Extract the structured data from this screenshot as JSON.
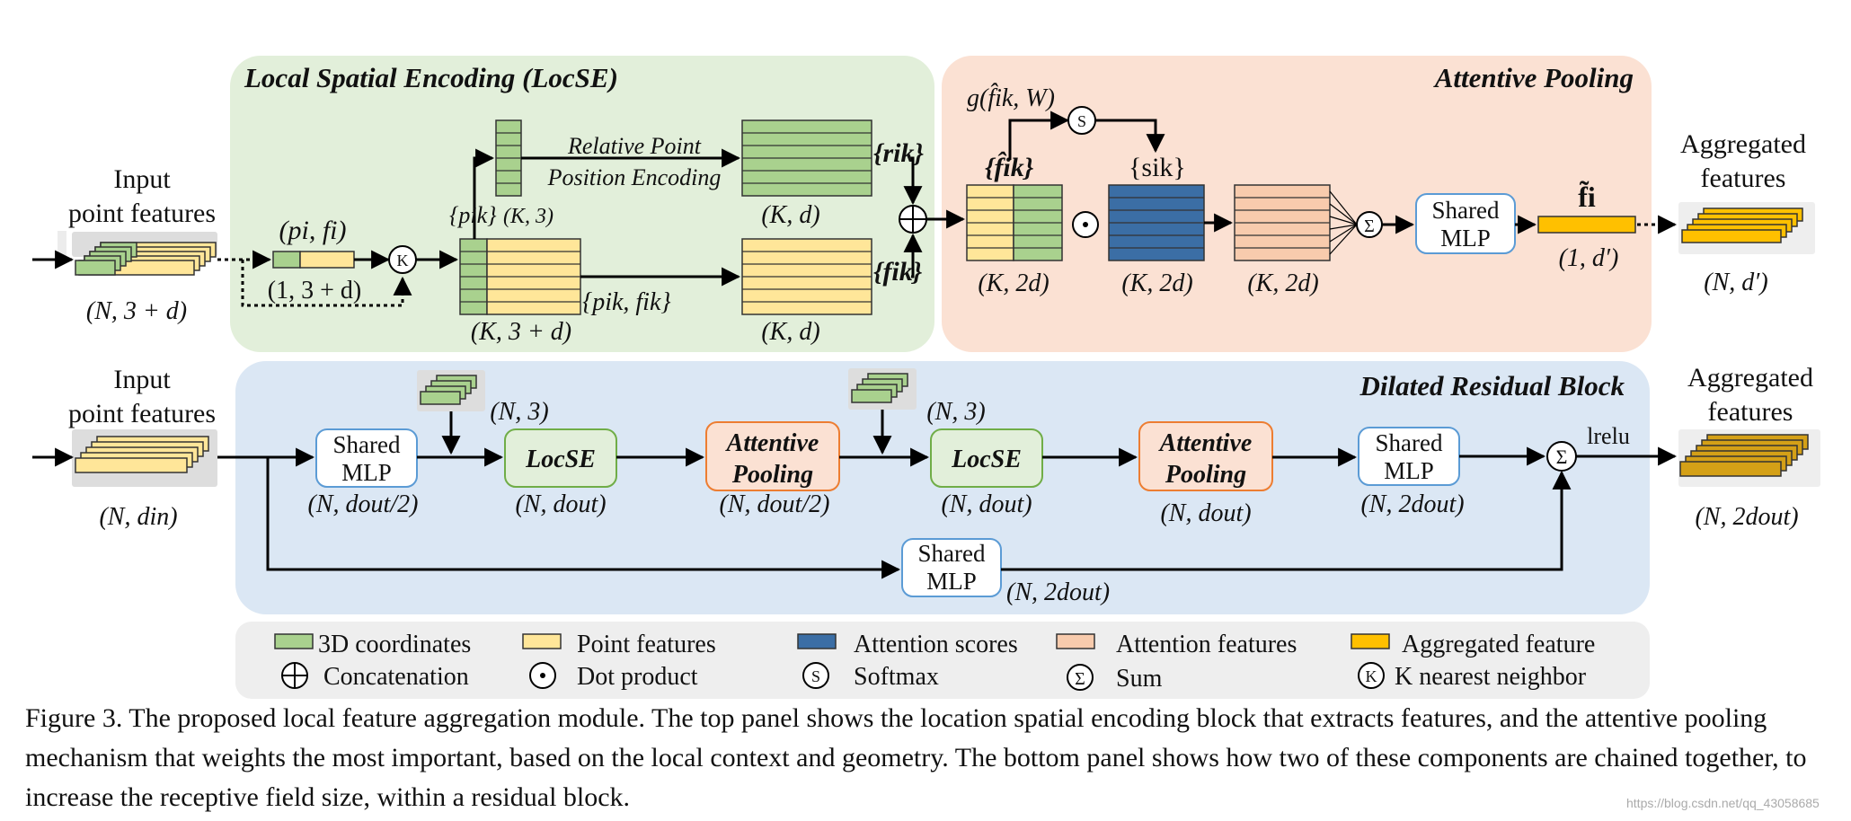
{
  "colors": {
    "locse_panel": "#e2efda",
    "attn_panel": "#fbe1d3",
    "residual_panel": "#dbe7f4",
    "legend_panel": "#eeeeee",
    "coord": "#a9d18e",
    "feature": "#ffe699",
    "score": "#3b6ea5",
    "attn_feature": "#f8cbad",
    "aggregated": "#ffc000",
    "mlp_border": "#5b9bd5",
    "locse_border": "#70ad47",
    "attn_border": "#ed7d31"
  },
  "top": {
    "locse_title": "Local Spatial Encoding (LocSE)",
    "attn_title": "Attentive Pooling",
    "input_label_1": "Input",
    "input_label_2": "point features",
    "input_shape": "(N, 3 + d)",
    "point_label": "(pi, fi)",
    "point_shape": "(1, 3 + d)",
    "knn_symbol": "K",
    "neighbor_coord_label": "{pik}",
    "neighbor_coord_shape": "(K, 3)",
    "rel_enc_1": "Relative Point",
    "rel_enc_2": "Position Encoding",
    "r_label": "{rik}",
    "r_shape": "(K, d)",
    "neighbor_feat_label": "{pik, fik}",
    "neighbor_feat_shape": "(K, 3 + d)",
    "f_label": "{fik}",
    "f_shape": "(K, d)",
    "concat_symbol": "⊕",
    "g_label": "g(f̂ik, W)",
    "softmax_symbol": "S",
    "fhat_label": "{f̂ik}",
    "fhat_shape": "(K, 2d)",
    "dot_symbol": "⊙",
    "s_label": "{sik}",
    "s_shape": "(K, 2d)",
    "weighted_shape": "(K, 2d)",
    "sum_symbol": "Σ",
    "mlp_1": "Shared",
    "mlp_2": "MLP",
    "ftilde_label": "f̃i",
    "ftilde_shape": "(1, d′)",
    "output_label_1": "Aggregated",
    "output_label_2": "features",
    "output_shape": "(N, d′)"
  },
  "bottom": {
    "title": "Dilated Residual Block",
    "input_label_1": "Input",
    "input_label_2": "point features",
    "input_shape": "(N, din)",
    "mlp1_1": "Shared",
    "mlp1_2": "MLP",
    "mlp1_shape": "(N, dout/2)",
    "coords1_shape": "(N, 3)",
    "locse1": "LocSE",
    "locse1_shape": "(N, dout)",
    "attn1_1": "Attentive",
    "attn1_2": "Pooling",
    "attn1_shape": "(N, dout/2)",
    "coords2_shape": "(N, 3)",
    "locse2": "LocSE",
    "locse2_shape": "(N, dout)",
    "attn2_1": "Attentive",
    "attn2_2": "Pooling",
    "attn2_shape": "(N, dout)",
    "mlp2_1": "Shared",
    "mlp2_2": "MLP",
    "mlp2_shape": "(N, 2dout)",
    "sum_symbol": "Σ",
    "lrelu": "lrelu",
    "skip_mlp_1": "Shared",
    "skip_mlp_2": "MLP",
    "skip_shape": "(N, 2dout)",
    "output_label_1": "Aggregated",
    "output_label_2": "features",
    "output_shape": "(N, 2dout)"
  },
  "legend": {
    "coords": "3D coordinates",
    "point_features": "Point features",
    "attention_scores": "Attention scores",
    "attention_features": "Attention features",
    "aggregated_feature": "Aggregated feature",
    "concat": "Concatenation",
    "dot": "Dot product",
    "softmax": "Softmax",
    "sum": "Sum",
    "knn": "K nearest neighbor"
  },
  "caption": "Figure 3. The proposed local feature aggregation module. The top panel shows the location spatial encoding block that extracts features, and the attentive pooling mechanism that weights the most important, based on the local context and geometry. The bottom panel shows how two of these components are chained together, to increase the receptive field size, within a residual block.",
  "watermark": "https://blog.csdn.net/qq_43058685"
}
